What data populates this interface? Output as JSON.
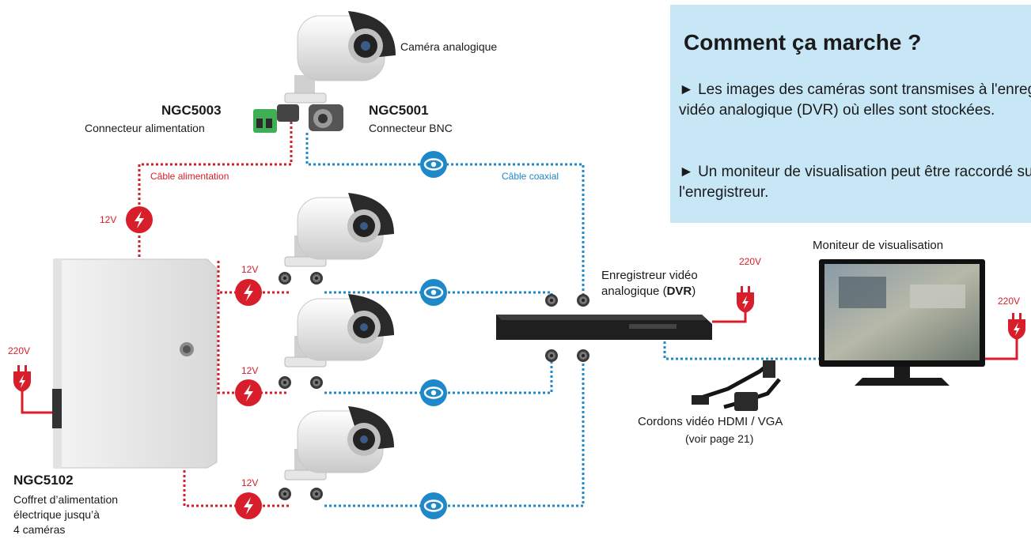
{
  "info_box": {
    "title": "Comment ça marche ?",
    "bullet1": "► Les images des caméras sont transmises à l'enregistreur vidéo analogique (DVR) où elles sont stockées.",
    "bullet2": "► Un moniteur de visualisation peut être raccordé sur l'enregistreur."
  },
  "labels": {
    "camera": "Caméra analogique",
    "ngc5003_code": "NGC5003",
    "ngc5003_name": "Connecteur alimentation",
    "ngc5001_code": "NGC5001",
    "ngc5001_name": "Connecteur BNC",
    "cable_power": "Câble alimentation",
    "cable_coax": "Câble coaxial",
    "monitor": "Moniteur de visualisation",
    "dvr_line1": "Enregistreur vidéo",
    "dvr_line2_a": "analogique (",
    "dvr_line2_b": "DVR",
    "dvr_line2_c": ")",
    "cords_line1": "Cordons vidéo HDMI / VGA",
    "cords_line2": "(voir page 21)",
    "ngc5102_code": "NGC5102",
    "ngc5102_l1": "Coffret d’alimentation",
    "ngc5102_l2": "électrique jusqu’à",
    "ngc5102_l3": "4 caméras"
  },
  "voltages": {
    "v12_top": "12V",
    "v12_cam1": "12V",
    "v12_cam2": "12V",
    "v12_cam3": "12V",
    "v220_box": "220V",
    "v220_dvr": "220V",
    "v220_monitor": "220V"
  },
  "colors": {
    "power": "#d81e2a",
    "video": "#1e88c8",
    "info_bg": "#c8e7f6"
  },
  "icons": [
    "lightning-icon",
    "eye-icon",
    "plug-icon"
  ]
}
